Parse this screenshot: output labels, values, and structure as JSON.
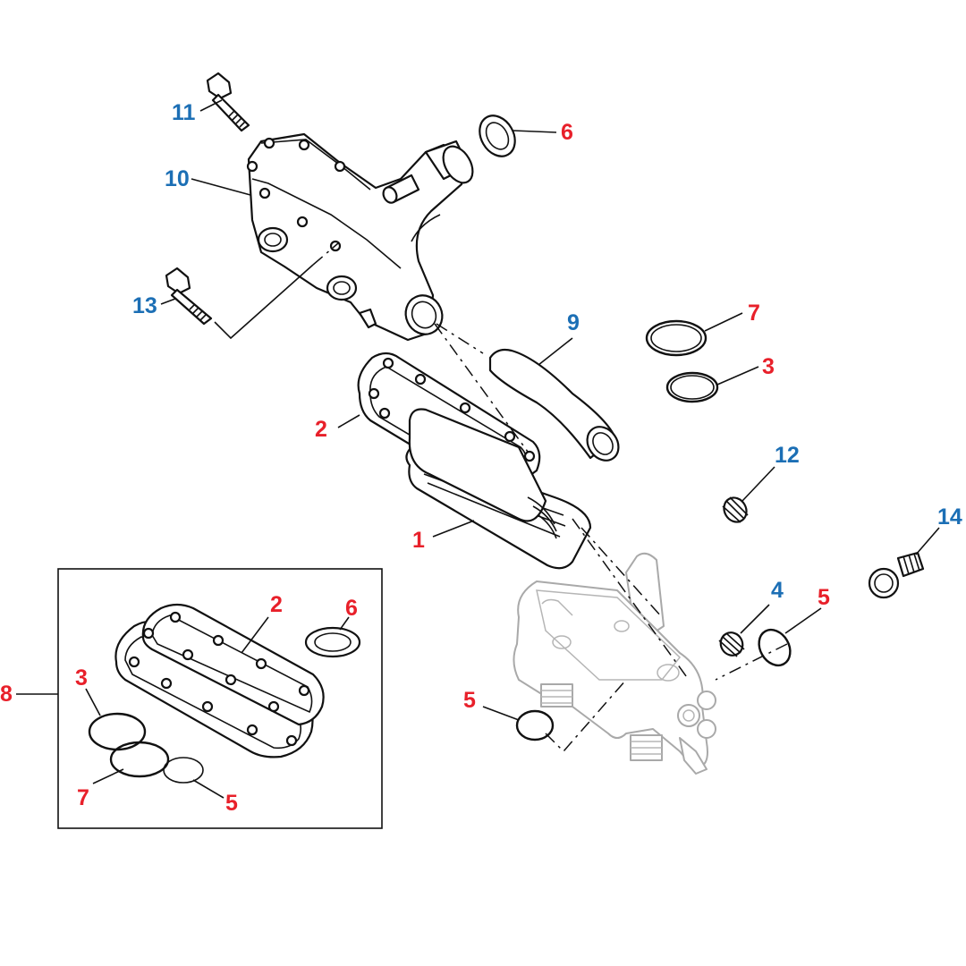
{
  "callouts": [
    {
      "id": "c11",
      "text": "11",
      "color": "blue"
    },
    {
      "id": "c10",
      "text": "10",
      "color": "blue"
    },
    {
      "id": "c13",
      "text": "13",
      "color": "blue"
    },
    {
      "id": "c6a",
      "text": "6",
      "color": "red"
    },
    {
      "id": "c9",
      "text": "9",
      "color": "blue"
    },
    {
      "id": "c7a",
      "text": "7",
      "color": "red"
    },
    {
      "id": "c3a",
      "text": "3",
      "color": "red"
    },
    {
      "id": "c2a",
      "text": "2",
      "color": "red"
    },
    {
      "id": "c1",
      "text": "1",
      "color": "red"
    },
    {
      "id": "c12",
      "text": "12",
      "color": "blue"
    },
    {
      "id": "c14",
      "text": "14",
      "color": "blue"
    },
    {
      "id": "c4",
      "text": "4",
      "color": "blue"
    },
    {
      "id": "c5a",
      "text": "5",
      "color": "red"
    },
    {
      "id": "c5b",
      "text": "5",
      "color": "red"
    },
    {
      "id": "c2b",
      "text": "2",
      "color": "red"
    },
    {
      "id": "c6b",
      "text": "6",
      "color": "red"
    },
    {
      "id": "c3b",
      "text": "3",
      "color": "red"
    },
    {
      "id": "c8",
      "text": "8",
      "color": "red"
    },
    {
      "id": "c7b",
      "text": "7",
      "color": "red"
    },
    {
      "id": "c5c",
      "text": "5",
      "color": "red"
    }
  ],
  "colors": {
    "red": "#e8202a",
    "blue": "#1c6fb5",
    "line": "#111111",
    "ghost": "#a9a9a9"
  }
}
